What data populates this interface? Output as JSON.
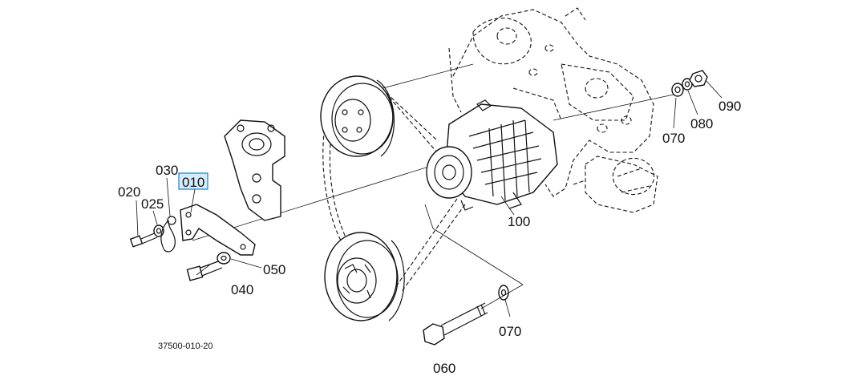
{
  "parts": {
    "p010": "010",
    "p020": "020",
    "p025": "025",
    "p030": "030",
    "p040": "040",
    "p050": "050",
    "p060": "060",
    "p070a": "070",
    "p070b": "070",
    "p080": "080",
    "p090": "090",
    "p100": "100"
  },
  "figure_code": "37500-010-20",
  "highlight_color": "#1f7fc0"
}
